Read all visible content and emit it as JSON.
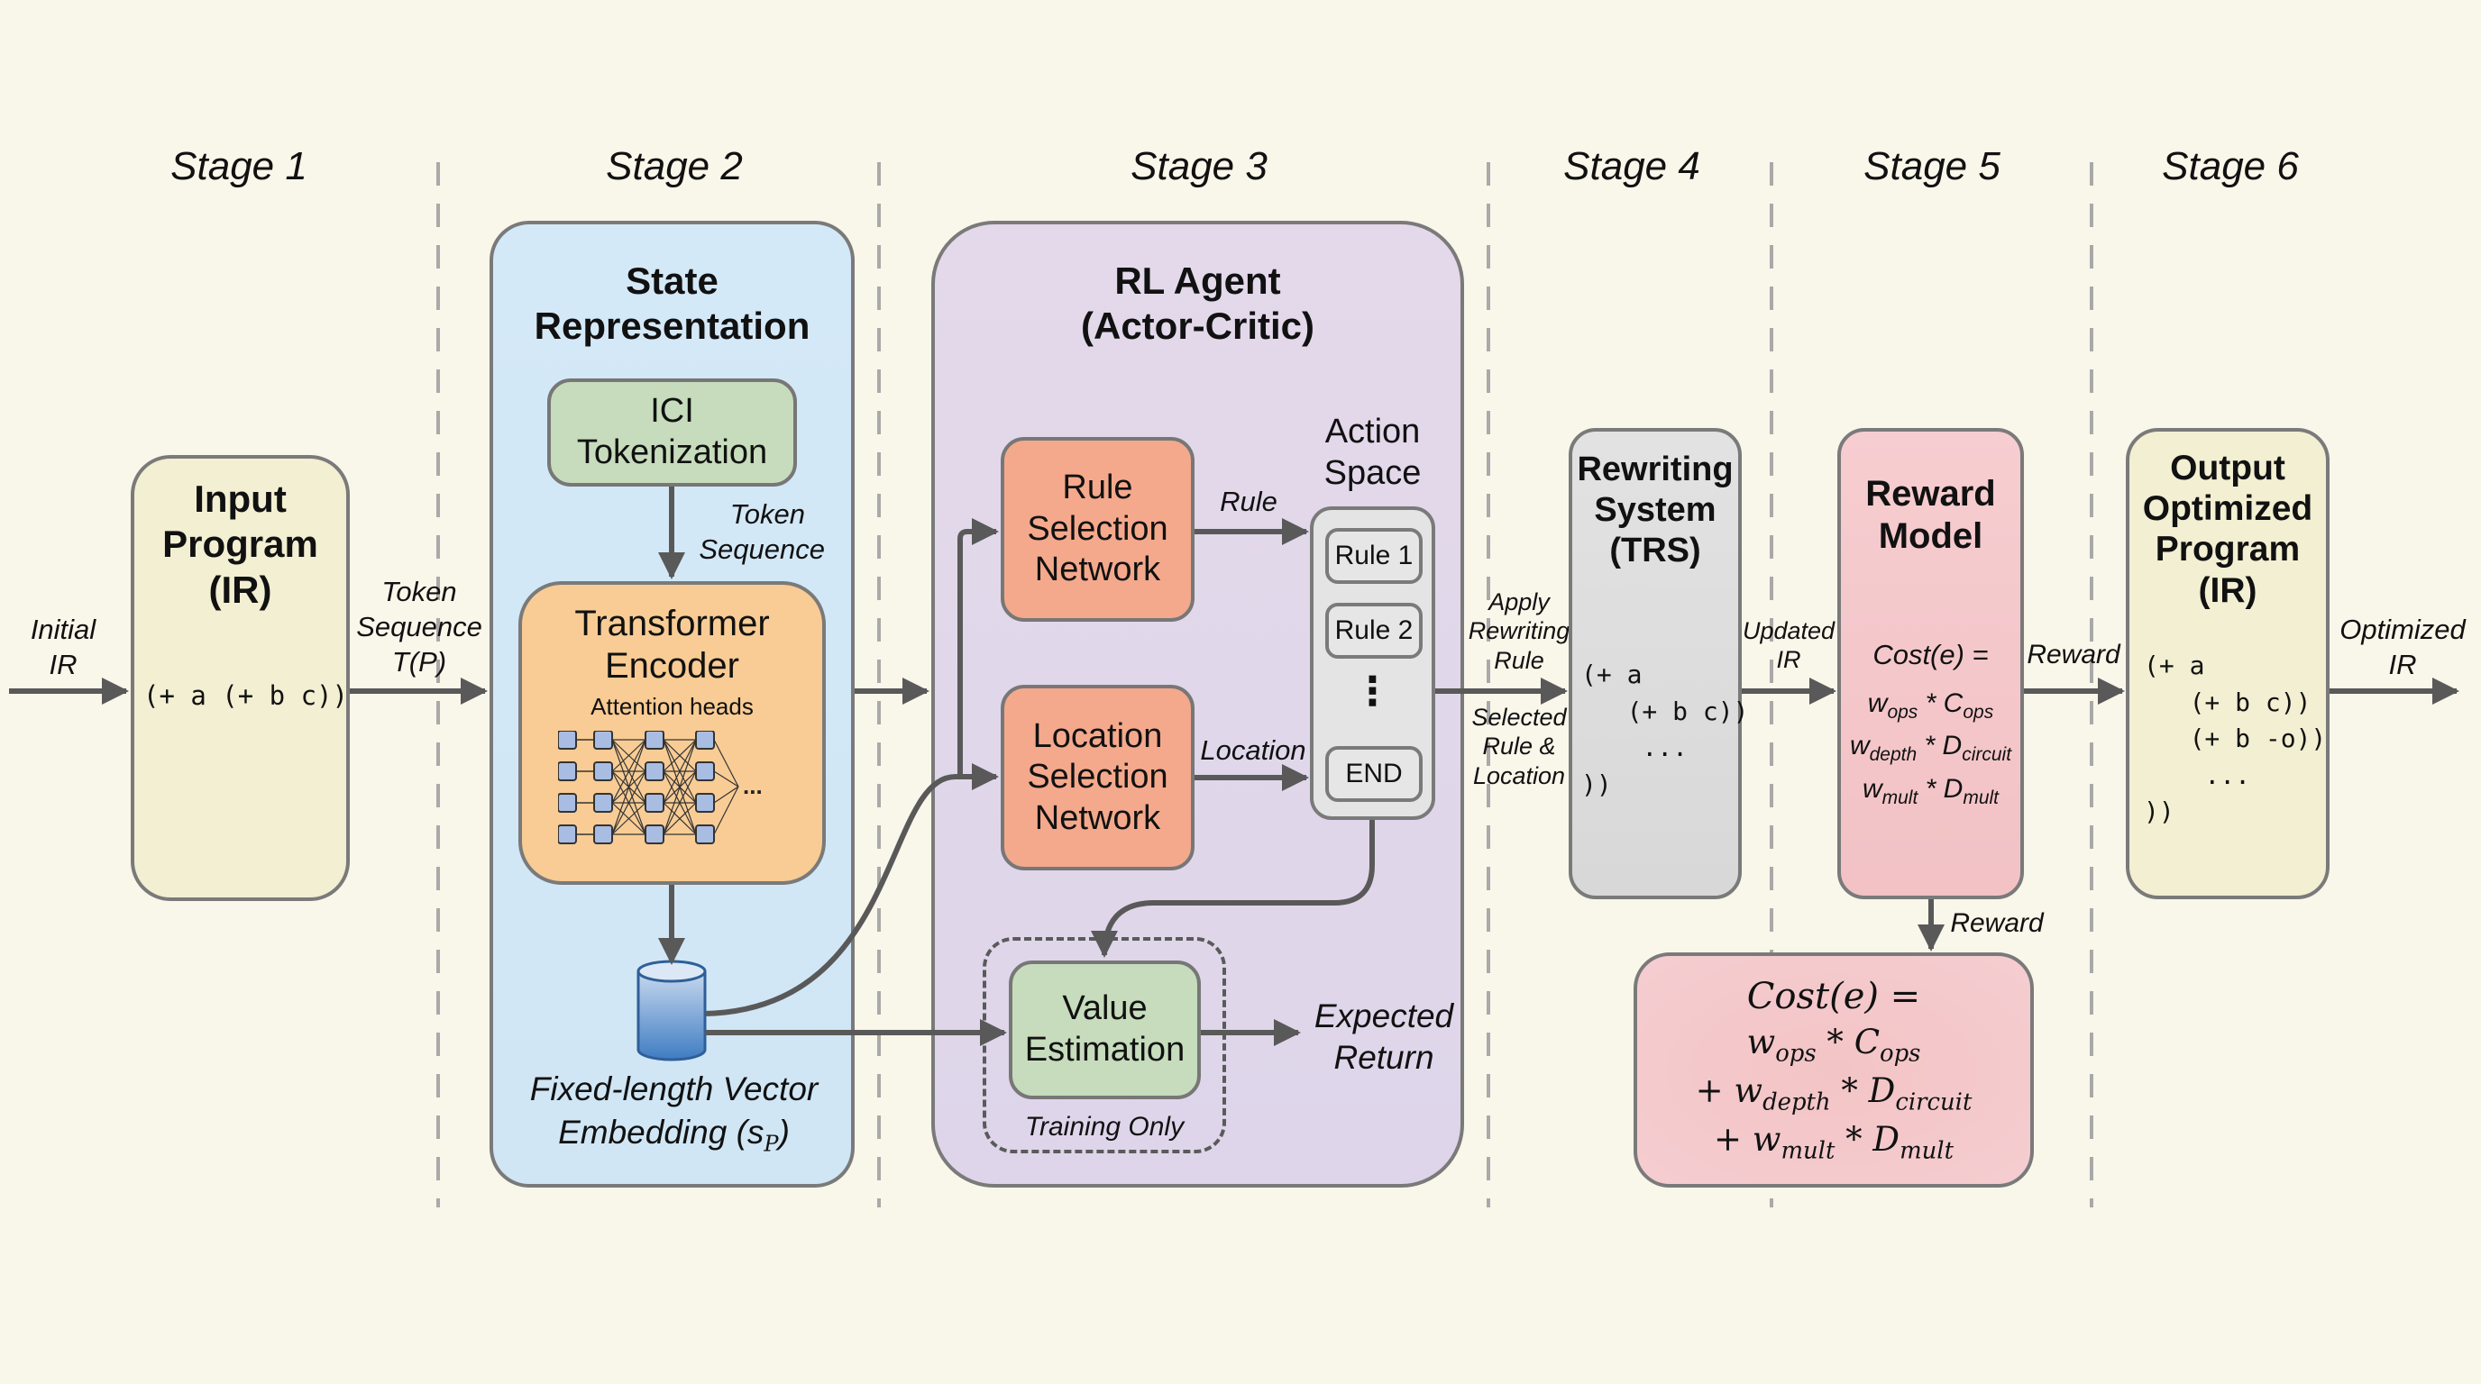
{
  "stages": [
    "Stage 1",
    "Stage 2",
    "Stage 3",
    "Stage 4",
    "Stage 5",
    "Stage 6"
  ],
  "colors": {
    "background": "#f9f6ea",
    "program_box": "#f2efd2",
    "state_panel": "#d2e8f6",
    "agent_panel": "#e2d8ea",
    "green_box": "#c6dcbc",
    "orange_box": "#f8cc94",
    "salmon_box": "#f4a98c",
    "gray_box": "#dedede",
    "reward_box": "#f4c6c8",
    "arrow": "#595959",
    "cylinder": "#4f86c6"
  },
  "stage1": {
    "input_in_label": [
      "Initial",
      "IR"
    ],
    "input_box": {
      "title": [
        "Input",
        "Program",
        "(IR)"
      ],
      "code": "(+ a (+ b c))"
    },
    "output_label": [
      "Token",
      "Sequence",
      "T(P)"
    ]
  },
  "stage2": {
    "panel_title": [
      "State",
      "Representation"
    ],
    "tokenization_box": [
      "ICI",
      "Tokenization"
    ],
    "token_sequence_label": [
      "Token",
      "Sequence"
    ],
    "encoder_box": {
      "title": [
        "Transformer",
        "Encoder"
      ],
      "subtitle": "Attention heads",
      "ellipsis": "..."
    },
    "embedding_label": [
      "Fixed-length Vector",
      "Embedding (s",
      "P",
      ")"
    ]
  },
  "stage3": {
    "panel_title": [
      "RL Agent",
      "(Actor-Critic)"
    ],
    "rule_network": [
      "Rule",
      "Selection",
      "Network"
    ],
    "location_network": [
      "Location",
      "Selection",
      "Network"
    ],
    "rule_arrow_label": "Rule",
    "location_arrow_label": "Location",
    "action_space": {
      "title": [
        "Action",
        "Space"
      ],
      "items": [
        "Rule 1",
        "Rule 2",
        "END"
      ],
      "ellipsis": "⋮"
    },
    "value_box": [
      "Value",
      "Estimation"
    ],
    "training_only_label": "Training Only",
    "expected_return_label": [
      "Expected",
      "Return"
    ]
  },
  "stage4": {
    "apply_label": [
      "Apply",
      "Rewriting",
      "Rule"
    ],
    "selected_label": [
      "Selected",
      "Rule &",
      "Location"
    ],
    "trs_box": {
      "title": [
        "Rewriting",
        "System",
        "(TRS)"
      ],
      "code": "(+ a\n   (+ b c))\n    ...\n))"
    }
  },
  "stage5": {
    "updated_ir_label": [
      "Updated",
      "IR"
    ],
    "reward_box": {
      "title": [
        "Reward",
        "Model"
      ],
      "cost_line": "Cost(e) =",
      "terms": [
        {
          "w": "w",
          "wsub": "ops",
          "op": " * ",
          "v": "C",
          "vsub": "ops"
        },
        {
          "w": "w",
          "wsub": "depth",
          "op": " * ",
          "v": "D",
          "vsub": "circuit"
        },
        {
          "w": "w",
          "wsub": "mult",
          "op": " * ",
          "v": "D",
          "vsub": "mult"
        }
      ]
    },
    "reward_out_label": "Reward",
    "reward_down_label": "Reward",
    "cost_box": {
      "line1": "Cost(e) =",
      "terms": [
        {
          "prefix": "",
          "w": "w",
          "wsub": "ops",
          "op": " * ",
          "v": "C",
          "vsub": "ops"
        },
        {
          "prefix": "+ ",
          "w": "w",
          "wsub": "depth",
          "op": " * ",
          "v": "D",
          "vsub": "circuit"
        },
        {
          "prefix": "+ ",
          "w": "w",
          "wsub": "mult",
          "op": " * ",
          "v": "D",
          "vsub": "mult"
        }
      ]
    }
  },
  "stage6": {
    "output_box": {
      "title": [
        "Output",
        "Optimized",
        "Program",
        "(IR)"
      ],
      "code": "(+ a\n   (+ b c))\n   (+ b -o))\n    ...\n))"
    },
    "output_label": [
      "Optimized",
      "IR"
    ]
  }
}
